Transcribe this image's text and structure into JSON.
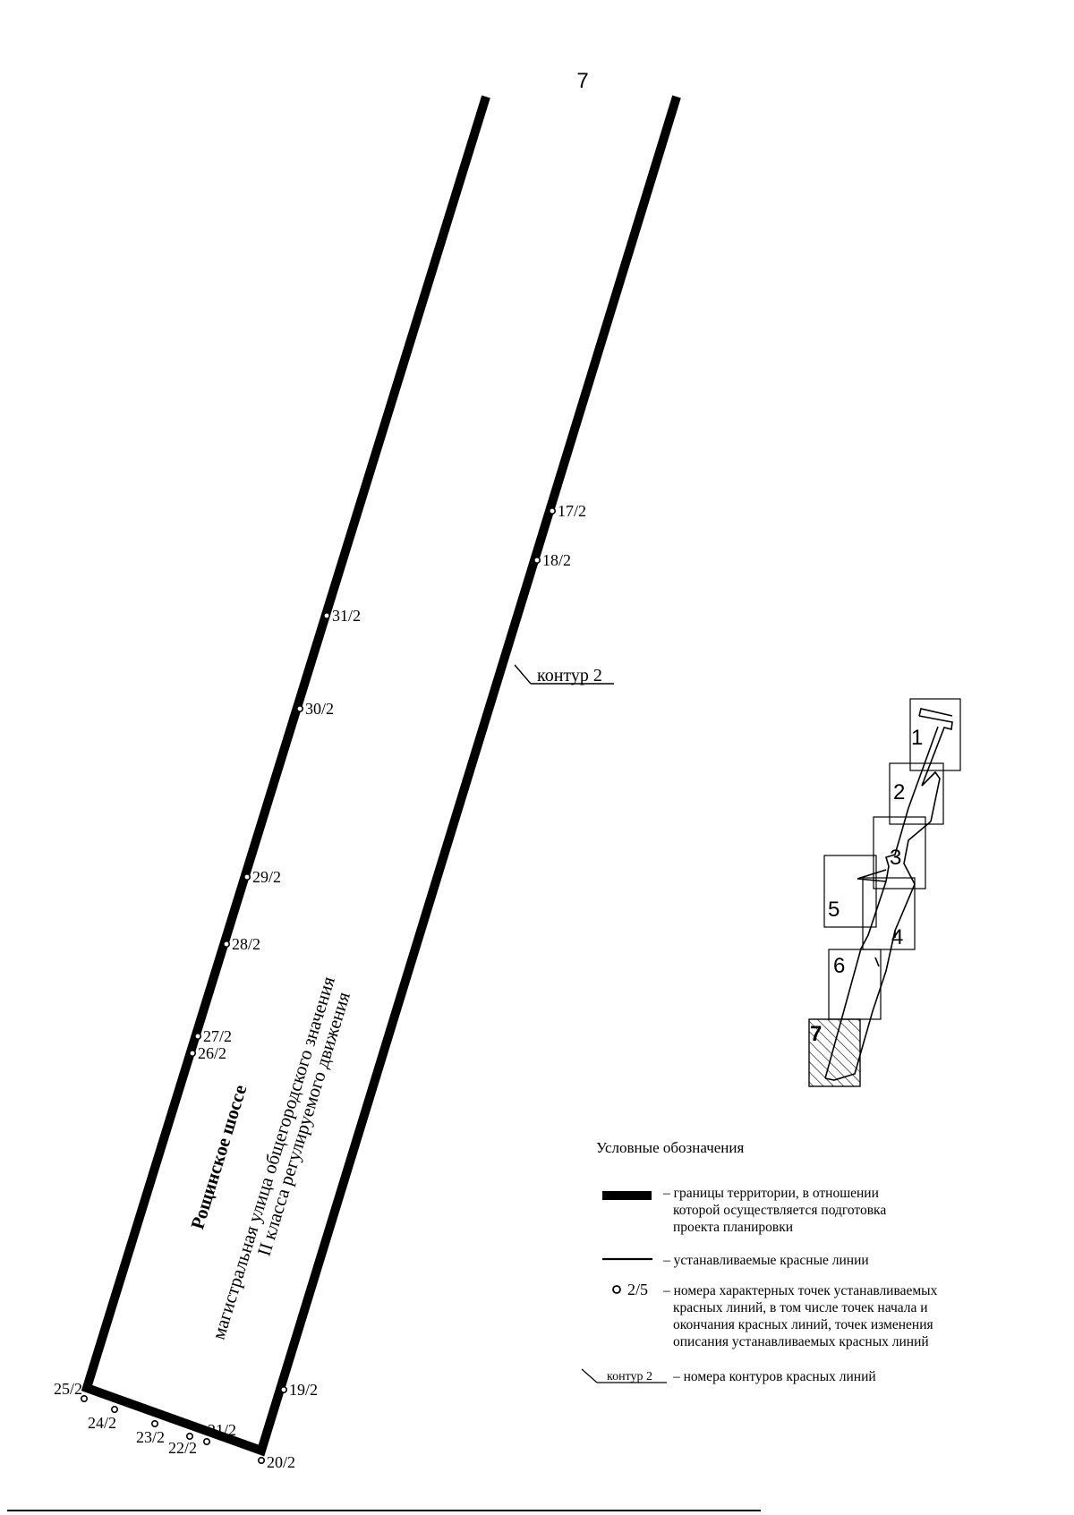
{
  "page_number": "7",
  "road": {
    "name": "Рощинское шоссе",
    "desc_line1": "магистральная  улица общегородского значения",
    "desc_line2": "II класса регулируемого движения"
  },
  "contour_label": "контур 2",
  "points": {
    "p17": "17/2",
    "p18": "18/2",
    "p19": "19/2",
    "p20": "20/2",
    "p21": "21/2",
    "p22": "22/2",
    "p23": "23/2",
    "p24": "24/2",
    "p25": "25/2",
    "p26": "26/2",
    "p27": "27/2",
    "p28": "28/2",
    "p29": "29/2",
    "p30": "30/2",
    "p31": "31/2"
  },
  "key_map": {
    "sheets": [
      "1",
      "2",
      "3",
      "4",
      "5",
      "6",
      "7"
    ],
    "current_sheet": "7"
  },
  "legend": {
    "title": "Условные обозначения",
    "item1": [
      "– границы территории, в отношении",
      "которой осуществляется подготовка",
      "проекта планировки"
    ],
    "item2": "– устанавливаемые красные линии",
    "item3_symbol": "2/5",
    "item3": [
      "– номера характерных точек устанавливаемых",
      "красных линий, в том числе точек начала и",
      "окончания красных линий, точек изменения",
      "описания устанавливаемых красных линий"
    ],
    "item4_symbol": "контур 2",
    "item4": "– номера контуров красных линий"
  }
}
